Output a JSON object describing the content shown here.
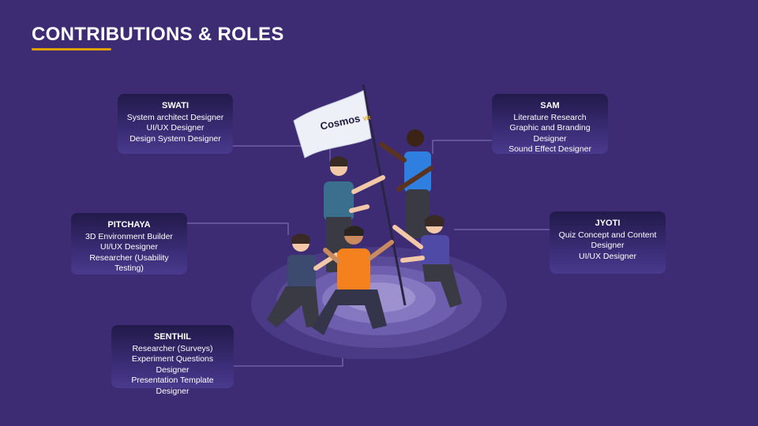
{
  "slide": {
    "title": "CONTRIBUTIONS & ROLES"
  },
  "flag": {
    "logo_text": "Cosmos",
    "logo_sub": "VR"
  },
  "members": {
    "swati": {
      "name": "SWATI",
      "roles": [
        "System architect Designer",
        "UI/UX Designer",
        "Design System Designer"
      ]
    },
    "sam": {
      "name": "SAM",
      "roles": [
        "Literature Research",
        "Graphic and Branding Designer",
        "Sound Effect Designer"
      ]
    },
    "pitchaya": {
      "name": "PITCHAYA",
      "roles": [
        "3D Environment Builder",
        "UI/UX Designer",
        "Researcher (Usability Testing)"
      ]
    },
    "jyoti": {
      "name": "JYOTI",
      "roles": [
        "Quiz Concept and Content",
        "Designer",
        "UI/UX Designer"
      ]
    },
    "senthil": {
      "name": "SENTHIL",
      "roles": [
        "Researcher (Surveys)",
        "Experiment Questions Designer",
        "Presentation Template Designer"
      ]
    }
  },
  "colors": {
    "background": "#3d2b74",
    "accent_underline": "#e0a100",
    "card_top": "#221a4a",
    "connector": "#9a8fcf"
  }
}
